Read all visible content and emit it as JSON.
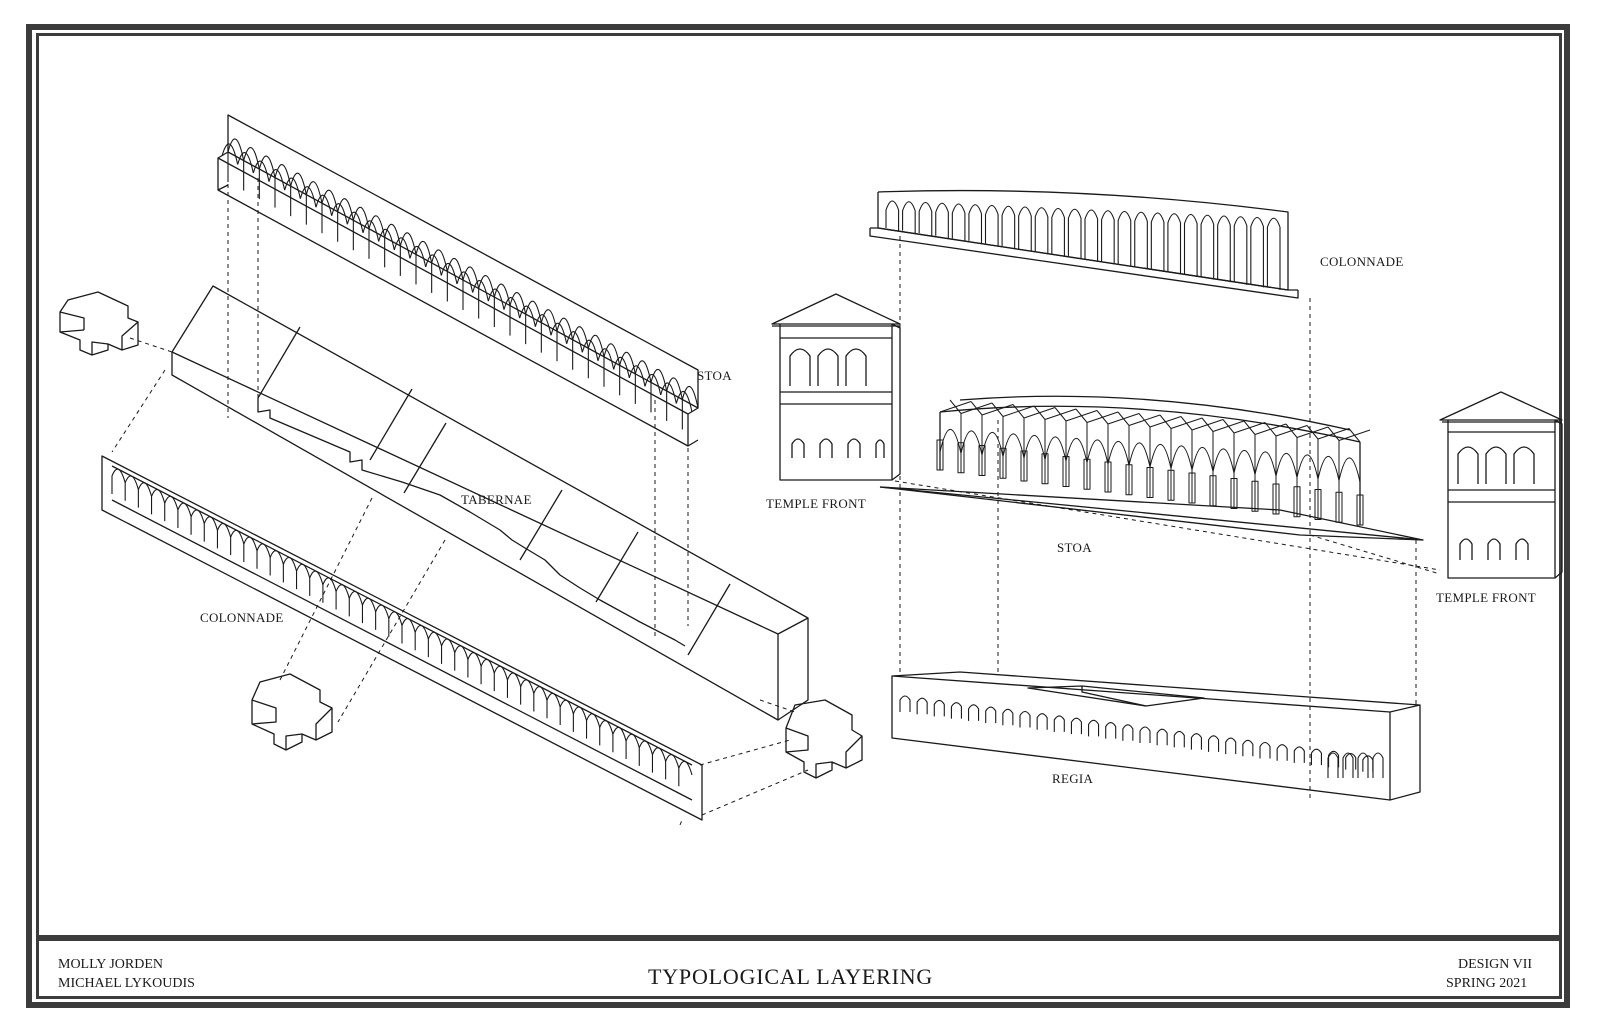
{
  "labels": {
    "left_stoa": "STOA",
    "left_tabernae": "TABERNAE",
    "left_colonnade": "COLONNADE",
    "right_colonnade": "COLONNADE",
    "right_temple_front_left": "TEMPLE FRONT",
    "right_stoa": "STOA",
    "right_temple_front_right": "TEMPLE FRONT",
    "right_regia": "REGIA"
  },
  "title_block": {
    "author_1": "MOLLY JORDEN",
    "author_2": "MICHAEL LYKOUDIS",
    "title": "TYPOLOGICAL LAYERING",
    "course": "DESIGN VII",
    "term": "SPRING  2021"
  },
  "colors": {
    "frame": "#3c3c3c",
    "ink": "#1a1a1a",
    "paper": "#ffffff"
  }
}
